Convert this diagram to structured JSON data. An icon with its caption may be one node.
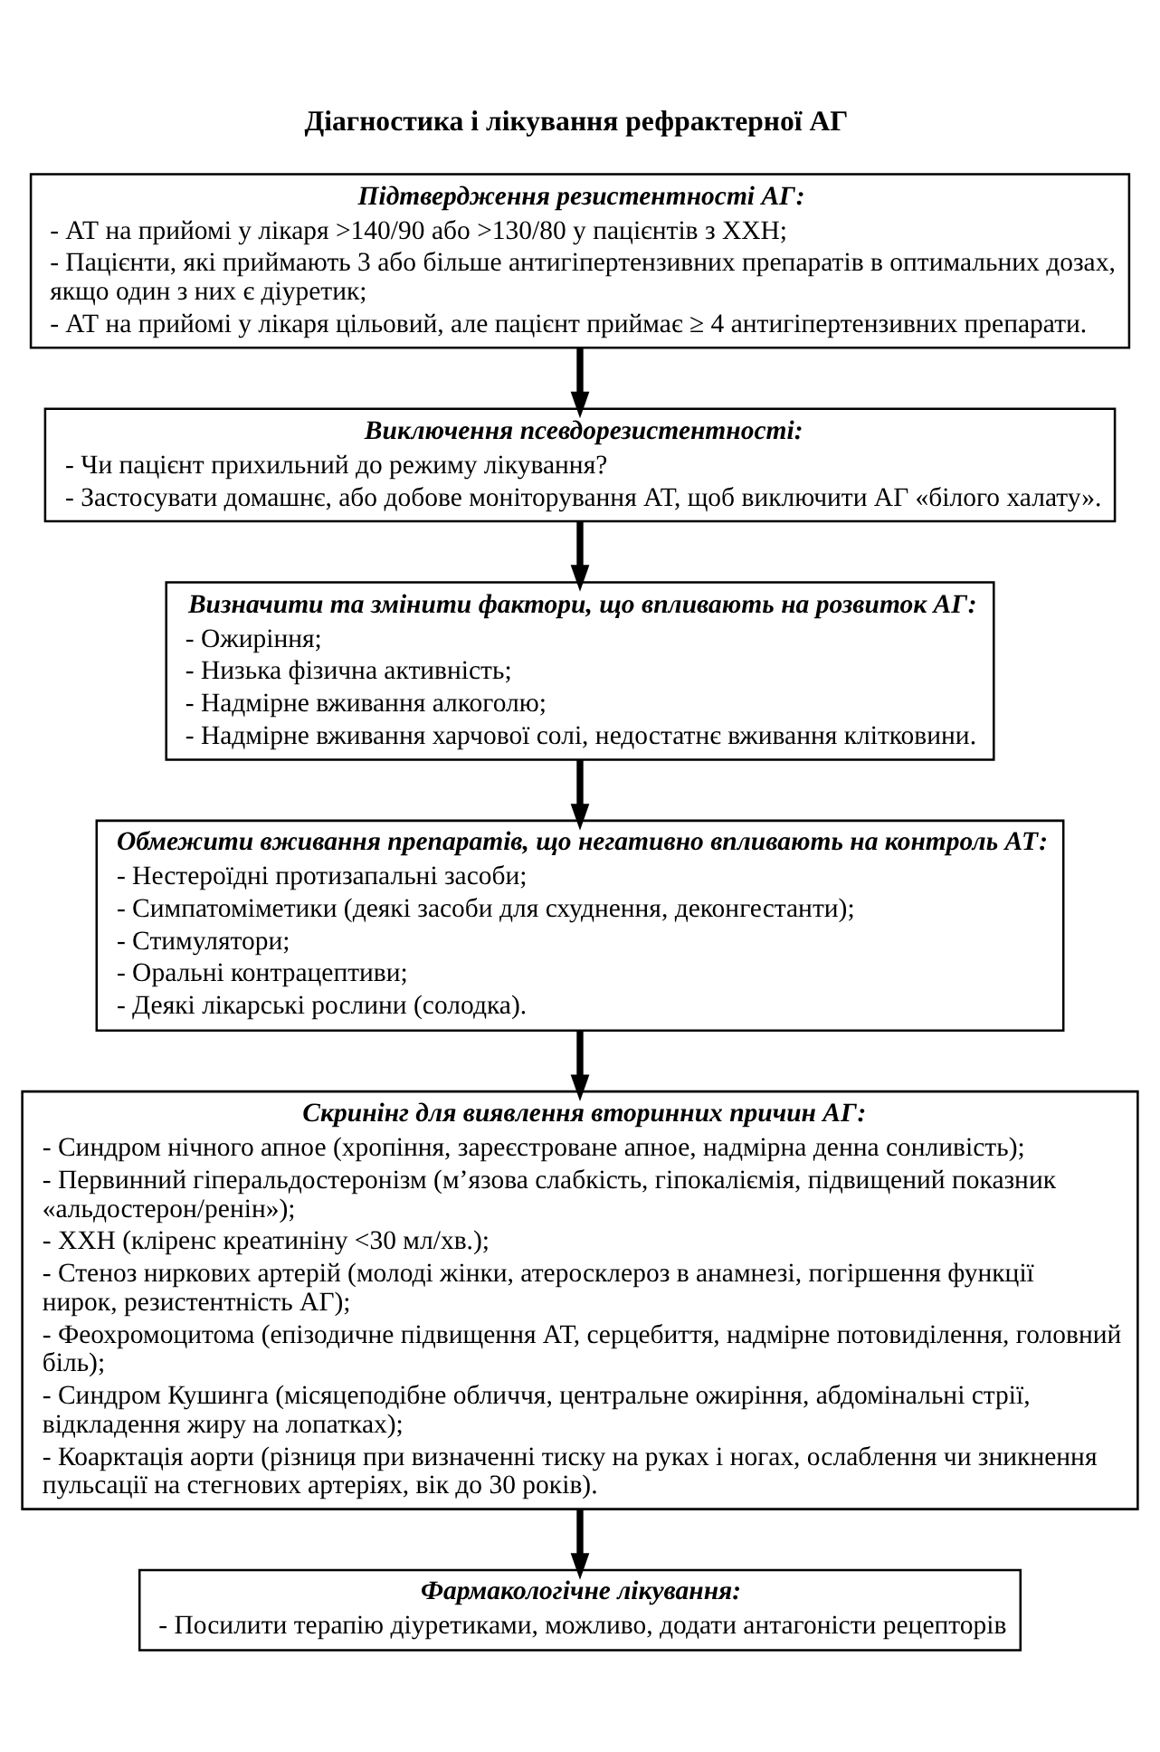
{
  "diagram": {
    "title": "Діагностика і лікування рефрактерної АГ",
    "nodes": [
      {
        "text": [
          "Підтвердження резистентності АГ:",
          "- АТ на прийомі у лікаря >140/90 або >130/80 у пацієнтів з ХХН;",
          "- Пацієнти, які приймають 3 або більше антигіпертензивних препаратів в оптимальних дозах, якщо один з них є діуретик;",
          "- АТ на прийомі у лікаря цільовий, але пацієнт приймає ≥ 4 антигіпертензивних препарати."
        ]
      },
      {
        "text": [
          "Виключення псевдорезистентності:",
          "- Чи пацієнт прихильний до режиму лікування?",
          "- Застосувати домашнє, або добове моніторування АТ, щоб виключити АГ «білого халату»."
        ]
      },
      {
        "text": [
          "Визначити та змінити фактори, що впливають на розвиток АГ:",
          "- Ожиріння;",
          "- Низька фізична активність;",
          "- Надмірне вживання алкоголю;",
          "- Надмірне вживання харчової солі, недостатнє вживання клітковини."
        ]
      },
      {
        "text": [
          "Обмежити вживання препаратів, що негативно впливають на контроль АТ:",
          "- Нестероїдні протизапальні засоби;",
          "- Симпатоміметики (деякі засоби для схуднення, деконгестанти);",
          "- Стимулятори;",
          "- Оральні контрацептиви;",
          "- Деякі лікарські рослини (солодка)."
        ]
      },
      {
        "text": [
          "Скринінг для виявлення вторинних причин АГ:",
          "- Синдром нічного апное (хропіння, зареєстроване апное, надмірна денна сонливість);",
          "- Первинний гіперальдостеронізм (м’язова слабкість, гіпокаліємія, підвищений показник «альдостерон/ренін»);",
          "- ХХН (кліренс креатиніну <30 мл/хв.);",
          "- Стеноз ниркових артерій (молоді жінки, атеросклероз в анамнезі, погіршення функції нирок, резистентність АГ);",
          "- Феохромоцитома (епізодичне підвищення АТ, серцебиття, надмірне потовиділення, головний біль);",
          "- Синдром Кушинга (місяцеподібне обличчя, центральне ожиріння, абдомінальні стрії, відкладення жиру на лопатках);",
          "- Коарктація аорти (різниця при визначенні тиску на руках і ногах, ослаблення чи зникнення пульсації на стегнових артеріях, вік до 30 років)."
        ]
      },
      {
        "text": [
          "Фармакологічне лікування:",
          "- Посилити терапію діуретиками, можливо, додати антагоністи рецепторів"
        ]
      }
    ],
    "edges": [
      {
        "from": 0,
        "to": 1,
        "arrow": "to"
      },
      {
        "from": 1,
        "to": 2,
        "arrow": "to"
      },
      {
        "from": 2,
        "to": 3,
        "arrow": "to"
      },
      {
        "from": 3,
        "to": 4,
        "arrow": "to"
      },
      {
        "from": 4,
        "to": 5,
        "arrow": "to"
      }
    ]
  }
}
